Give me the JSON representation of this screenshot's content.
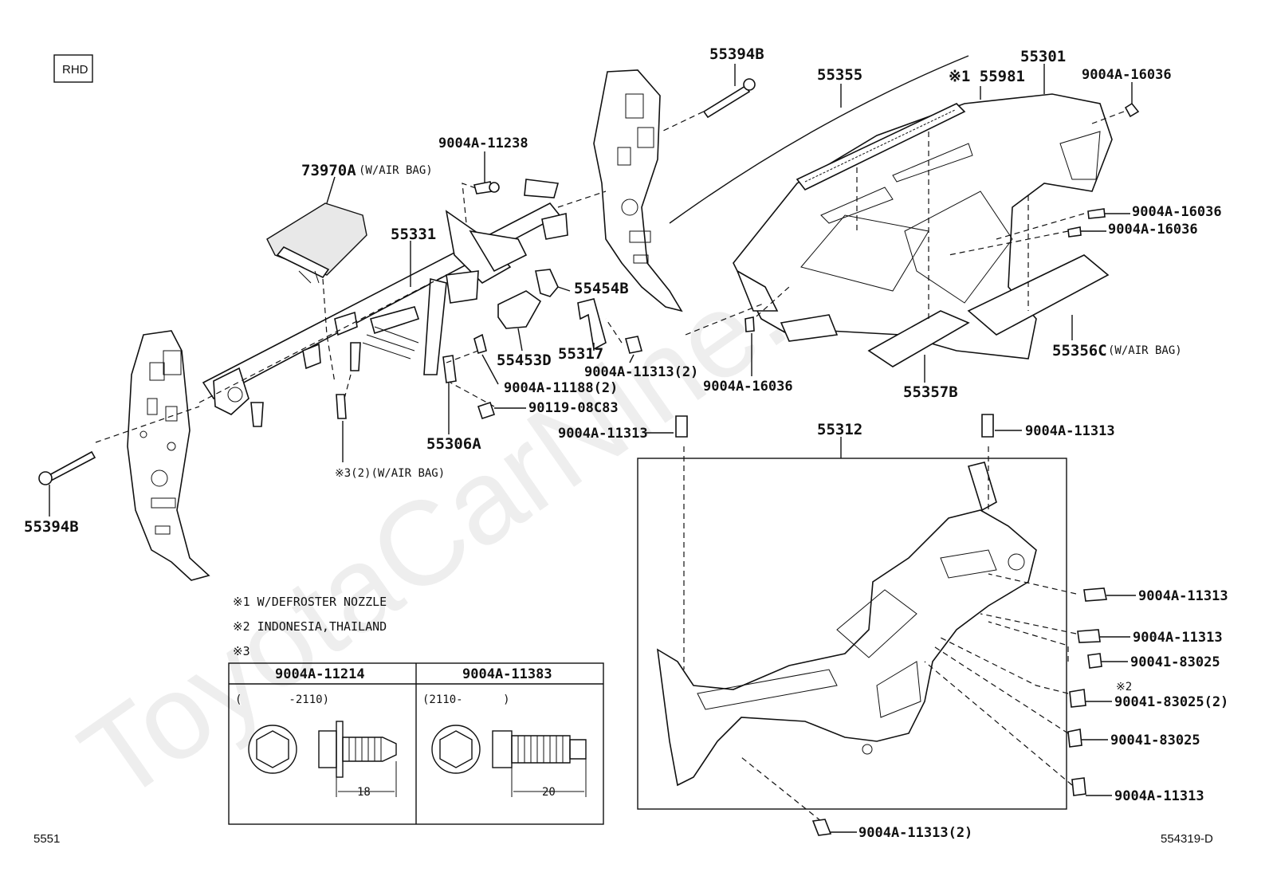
{
  "variant_box": "RHD",
  "page_ref": "5551",
  "diagram_code": "554319-D",
  "watermark": "ToyotaCarNine.ru",
  "labels": {
    "p55394B_top": "55394B",
    "p55355": "55355",
    "p55981": "※1 55981",
    "p55301": "55301",
    "p9004A16036_a": "9004A-16036",
    "p9004A16036_b": "9004A-16036",
    "p9004A16036_c": "9004A-16036",
    "p9004A16036_d": "9004A-16036",
    "p9004A11238": "9004A-11238",
    "p73970A": "73970A",
    "p73970A_note": "(W/AIR BAG)",
    "p55331": "55331",
    "p55454B": "55454B",
    "p55453D": "55453D",
    "p55317": "55317",
    "p9004A11313_2": "9004A-11313(2)",
    "p9004A11188_2": "9004A-11188(2)",
    "p90119": "90119-08C83",
    "p55306A": "55306A",
    "p9004A11313_left": "9004A-11313",
    "p55312": "55312",
    "p9004A11313_right": "9004A-11313",
    "p55356C": "55356C",
    "p55356C_note": "(W/AIR BAG)",
    "p55357B": "55357B",
    "p3_note": "※3(2)(W/AIR BAG)",
    "p55394B_left": "55394B",
    "p9004A11313_r1": "9004A-11313",
    "p9004A11313_r2": "9004A-11313",
    "p90041_83025_a": "90041-83025",
    "p_note2_mark": "※2",
    "p90041_83025_2": "90041-83025(2)",
    "p90041_83025_b": "90041-83025",
    "p9004A11313_r3": "9004A-11313",
    "p9004A11313_bottom": "9004A-11313(2)"
  },
  "notes": [
    "※1 W/DEFROSTER NOZZLE",
    "※2 INDONESIA,THAILAND",
    "※3"
  ],
  "table": {
    "col1_header": "9004A-11214",
    "col2_header": "9004A-11383",
    "col1_range": "(       -2110)",
    "col2_range": "(2110-      )",
    "col1_dim": "18",
    "col2_dim": "20"
  }
}
